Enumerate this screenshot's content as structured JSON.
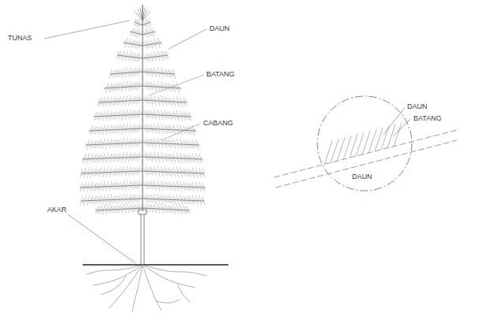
{
  "diagram": {
    "labels": [
      "TUNAS",
      "DAUN",
      "BATANG",
      "CABANG",
      "AKAR",
      "DAUN",
      "BATANG",
      "DAUN"
    ]
  }
}
